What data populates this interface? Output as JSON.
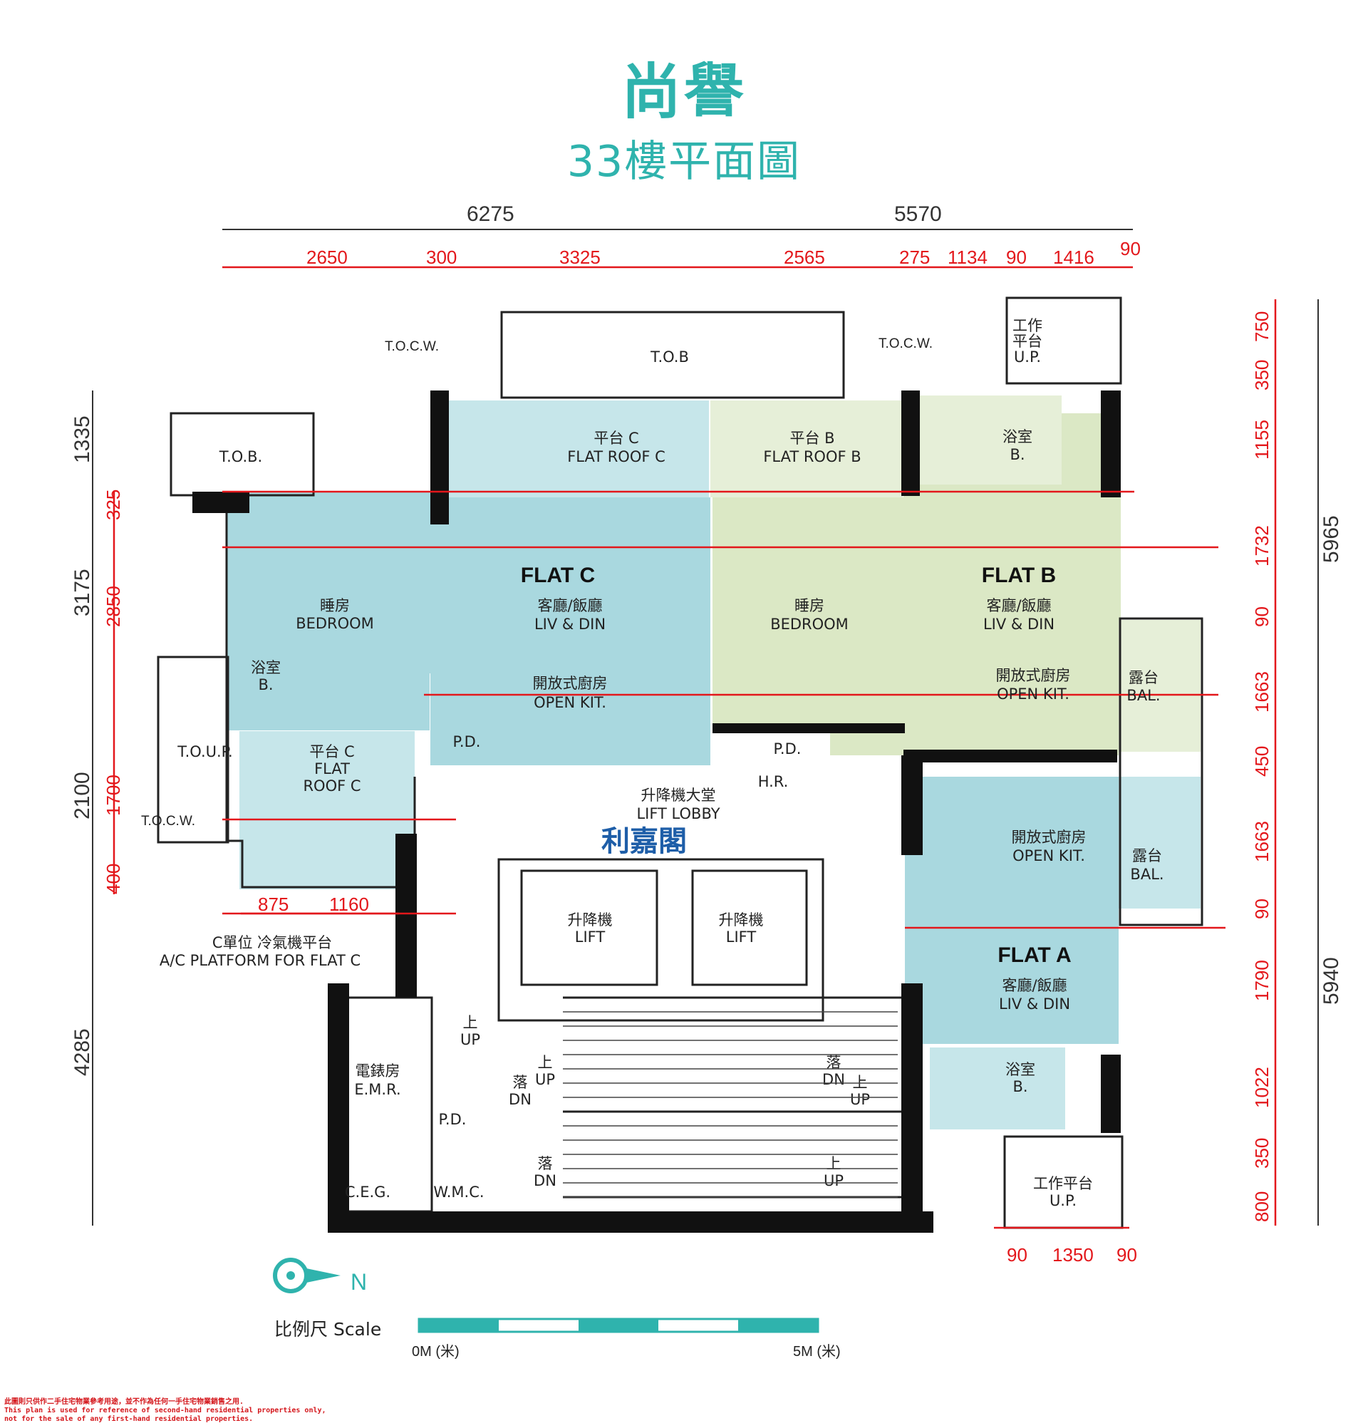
{
  "title": "尚譽",
  "subtitle": "33樓平面圖",
  "colors": {
    "teal": "#2fb3ad",
    "flat_c": "#a9d8df",
    "flat_b": "#dbe8c5",
    "flat_a": "#a9d8df",
    "dim_red": "#e3171b",
    "wall": "#111111"
  },
  "top_dims_overall": [
    "6275",
    "5570"
  ],
  "top_dims_detail": [
    "2650",
    "300",
    "3325",
    "2565",
    "275",
    "1134",
    "90",
    "1416",
    "90"
  ],
  "left_dims_overall": [
    "1335",
    "3175",
    "2100",
    "4285"
  ],
  "left_dims_detail": [
    "325",
    "2850",
    "1700",
    "400"
  ],
  "right_dims_overall": [
    "5965",
    "5940"
  ],
  "right_dims_detail": [
    "750",
    "350",
    "1155",
    "1732",
    "90",
    "1663",
    "450",
    "1663",
    "90",
    "1790",
    "1022",
    "350",
    "800"
  ],
  "bottom_dims": [
    "90",
    "1350",
    "90"
  ],
  "left_bottom_dims": [
    "875",
    "1160"
  ],
  "labels": {
    "tocw": "T.O.C.W.",
    "tob": "T.O.B",
    "tob2": "T.O.B.",
    "toup": "T.O.U.P.",
    "flat_roof_c_cn": "平台 C",
    "flat_roof_c_en": "FLAT ROOF C",
    "flat_roof_b_cn": "平台 B",
    "flat_roof_b_en": "FLAT ROOF B",
    "flat_c": "FLAT C",
    "flat_b": "FLAT B",
    "flat_a": "FLAT A",
    "liv_din_cn": "客廳/飯廳",
    "liv_din_en": "LIV & DIN",
    "bedroom_cn": "睡房",
    "bedroom_en": "BEDROOM",
    "open_kit_cn": "開放式廚房",
    "open_kit_en": "OPEN KIT.",
    "bath_cn": "浴室",
    "bath_en": "B.",
    "bal_cn": "露台",
    "bal_en": "BAL.",
    "up_cn": "工作平台",
    "up_en": "U.P.",
    "up_cn2": "工作",
    "up_cn3": "平台",
    "pd": "P.D.",
    "hr": "H.R.",
    "lobby_cn": "升降機大堂",
    "lobby_en": "LIFT LOBBY",
    "lift_cn": "升降機",
    "lift_en": "LIFT",
    "emr_cn": "電錶房",
    "emr_en": "E.M.R.",
    "ceg": "C.E.G.",
    "wmc": "W.M.C.",
    "stair_up_cn": "上",
    "stair_up_en": "UP",
    "stair_dn_cn": "落",
    "stair_dn_en": "DN",
    "ac_cn": "C單位  冷氣機平台",
    "ac_en": "A/C PLATFORM FOR FLAT C",
    "flat_roof_c2_cn": "平台 C",
    "flat_roof_c2_en1": "FLAT",
    "flat_roof_c2_en2": "ROOF C"
  },
  "brand": "利嘉閣",
  "north": "N",
  "scale_label": "比例尺 Scale",
  "scale_start": "0M (米)",
  "scale_end": "5M (米)",
  "disclaimer_cn": "此圖則只供作二手住宅物業參考用途，並不作為任何一手住宅物業銷售之用.",
  "disclaimer_en1": "This plan is used for reference of second-hand residential properties only,",
  "disclaimer_en2": "not for the sale of any first-hand residential properties."
}
